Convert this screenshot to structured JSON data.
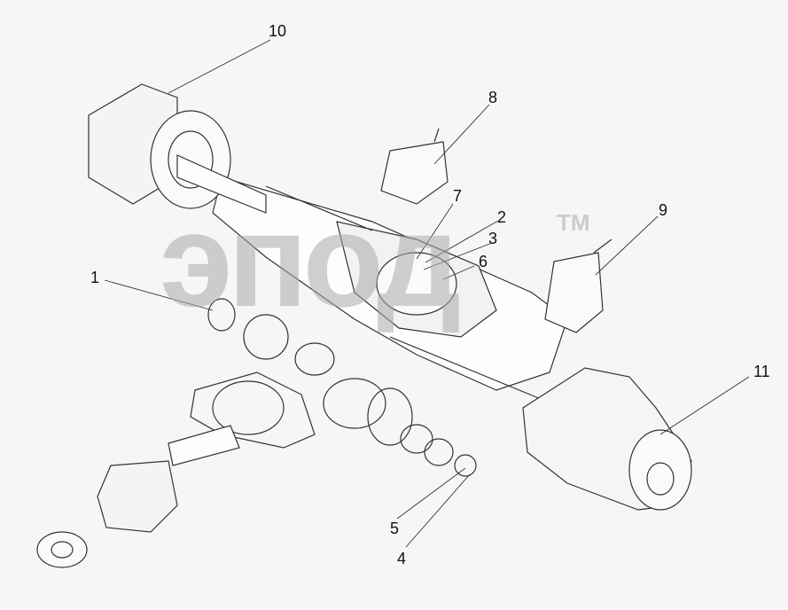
{
  "diagram": {
    "watermark": {
      "text": "эпод",
      "tm": "TM"
    },
    "callouts": [
      {
        "id": "1",
        "label": "1"
      },
      {
        "id": "2",
        "label": "2"
      },
      {
        "id": "3",
        "label": "3"
      },
      {
        "id": "4",
        "label": "4"
      },
      {
        "id": "5",
        "label": "5"
      },
      {
        "id": "6",
        "label": "6"
      },
      {
        "id": "7",
        "label": "7"
      },
      {
        "id": "8",
        "label": "8"
      },
      {
        "id": "9",
        "label": "9"
      },
      {
        "id": "10",
        "label": "10"
      },
      {
        "id": "11",
        "label": "11"
      }
    ],
    "colors": {
      "line": "#333333",
      "background": "#f6f6f6",
      "watermark": "#aaaaaa"
    }
  }
}
